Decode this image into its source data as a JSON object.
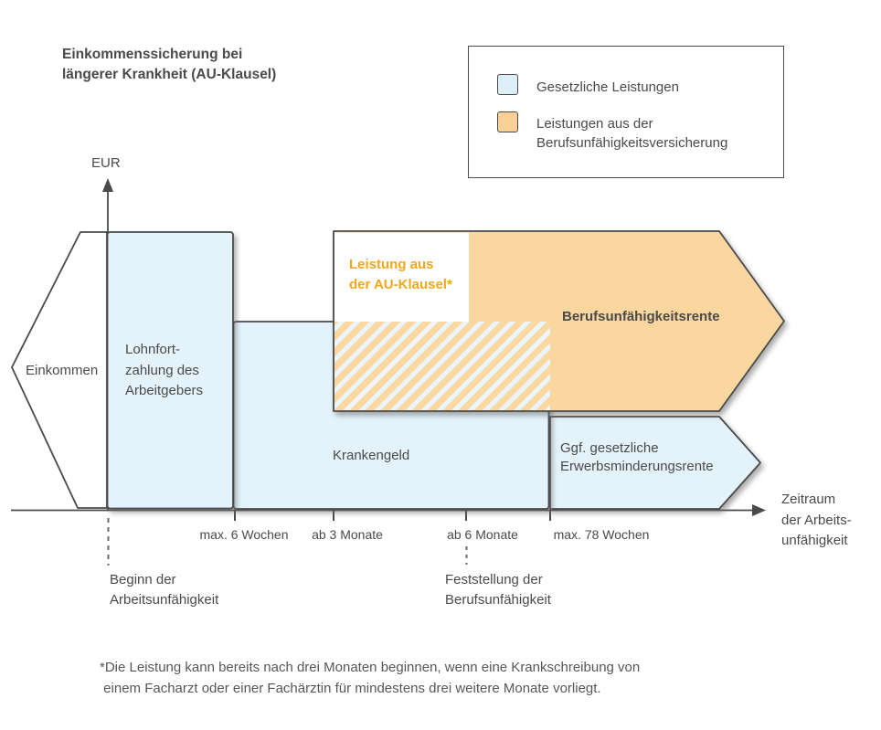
{
  "title": "Einkommenssicherung bei\nlängerer Krankheit (AU-Klausel)",
  "legend": {
    "items": [
      {
        "label": "Gesetzliche Leistungen",
        "color": "#DDF0FA"
      },
      {
        "label": "Leistungen aus der\nBerufsunfähigkeitsversicherung",
        "color": "#F9D096"
      }
    ]
  },
  "axes": {
    "y_label": "EUR",
    "x_label": "Zeitraum\nder Arbeits-\nunfähigkeit"
  },
  "bands": {
    "einkommen": "Einkommen",
    "lohnfortzahlung": "Lohnfort-\nzahlung des\nArbeitgebers",
    "krankengeld": "Krankengeld",
    "au_klausel": "Leistung aus\nder AU-Klausel*",
    "bu_rente": "Berufsunfähigkeitsrente",
    "erwerbsminderung": "Ggf. gesetzliche\nErwerbsminderungsrente"
  },
  "timeline": {
    "ticks": [
      {
        "label": "max. 6 Wochen"
      },
      {
        "label": "ab 3 Monate"
      },
      {
        "label": "ab 6 Monate"
      },
      {
        "label": "max. 78 Wochen"
      }
    ]
  },
  "annotations": {
    "beginn": "Beginn der\nArbeitsunfähigkeit",
    "feststellung": "Feststellung der\nBerufsunfähigkeit"
  },
  "footnote": "*Die Leistung kann bereits nach drei Monaten beginnen, wenn eine Krankschreibung von\n einem Facharzt oder einer Fachärztin für mindestens drei weitere Monate vorliegt.",
  "colors": {
    "statutory_fill": "#E4F3FB",
    "insurance_fill": "#FBD7A0",
    "au_text": "#F2A71B",
    "outline": "#4A4A4A",
    "text": "#4A4A4A"
  }
}
